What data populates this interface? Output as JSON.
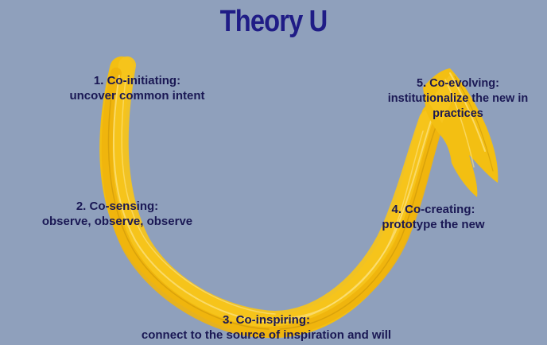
{
  "title": "Theory U",
  "stages": [
    {
      "heading": "1. Co-initiating:",
      "detail": "uncover common intent"
    },
    {
      "heading": "2. Co-sensing:",
      "detail": "observe, observe, observe"
    },
    {
      "heading": "3. Co-inspiring:",
      "detail": "connect to the source of inspiration and will"
    },
    {
      "heading": "4. Co-creating:",
      "detail": "prototype the new"
    },
    {
      "heading": "5. Co-evolving:",
      "detail_line1": "institutionalize the new in",
      "detail_line2": "practices"
    }
  ],
  "colors": {
    "background": "#8fa0bc",
    "title": "#1f1c86",
    "arrow": "#f3bf12",
    "arrow_highlight": "#fbe07a",
    "text": "#1a1854"
  }
}
